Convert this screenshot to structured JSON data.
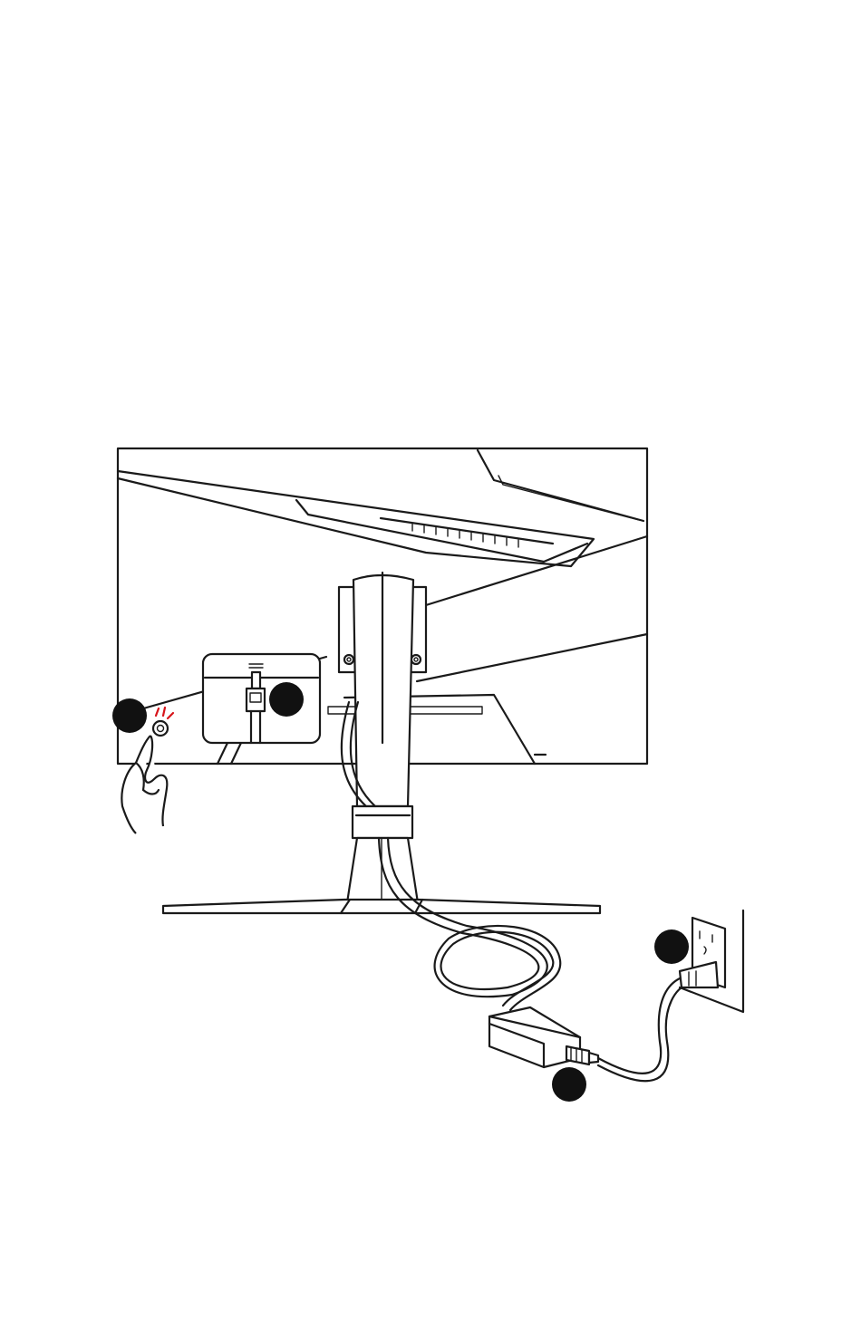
{
  "diagram": {
    "subject": "monitor-power-connection",
    "accent_color": "#d7141a",
    "ink_color": "#1a1a1a",
    "steps": [
      {
        "id": 1,
        "label": ""
      },
      {
        "id": 2,
        "label": ""
      },
      {
        "id": 3,
        "label": ""
      },
      {
        "id": 4,
        "label": ""
      }
    ],
    "parts": [
      "monitor-back",
      "stand",
      "base",
      "dc-in-port",
      "power-button",
      "power-adapter",
      "power-cord",
      "wall-outlet",
      "hand"
    ]
  }
}
